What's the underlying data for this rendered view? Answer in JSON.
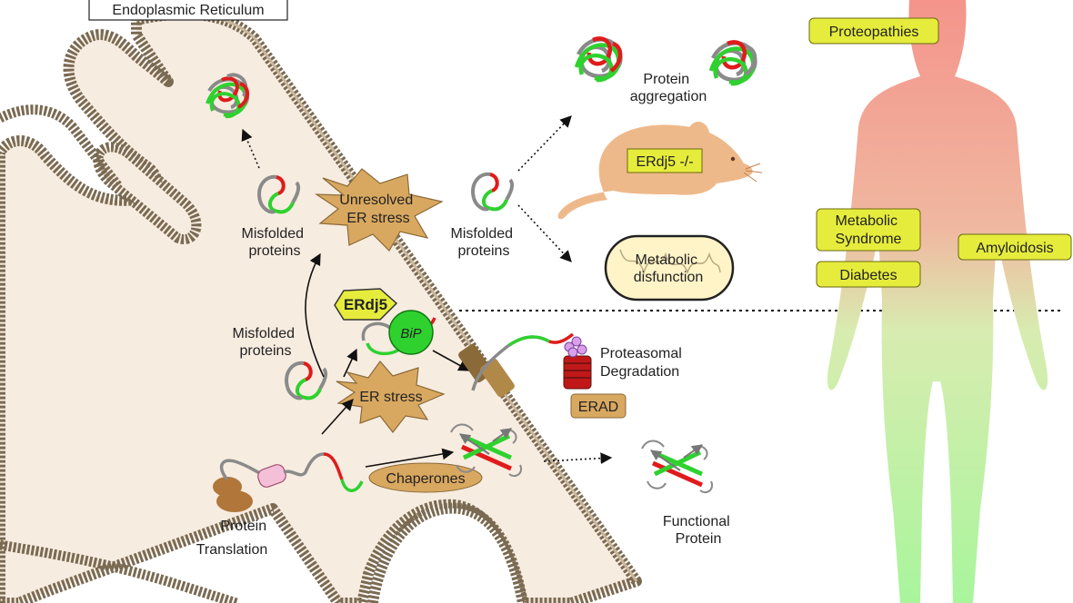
{
  "title_box": "Endoplasmic Reticulum",
  "labels": {
    "misfolded_1": [
      "Misfolded",
      "proteins"
    ],
    "misfolded_2": [
      "Misfolded",
      "proteins"
    ],
    "misfolded_3": [
      "Misfolded",
      "proteins"
    ],
    "unresolved_stress": [
      "Unresolved",
      "ER stress"
    ],
    "er_stress": "ER stress",
    "erdj5": "ERdj5",
    "bip": "BiP",
    "chaperones": "Chaperones",
    "protein_translation": [
      "Protein",
      "Translation"
    ],
    "protein_aggregation": [
      "Protein",
      "aggregation"
    ],
    "mouse_badge": "ERdj5 -/-",
    "metabolic_disfunction": [
      "Metabolic",
      "disfunction"
    ],
    "proteasomal": [
      "Proteasomal",
      "Degradation"
    ],
    "erad": "ERAD",
    "functional_protein": [
      "Functional",
      "Protein"
    ]
  },
  "diseases": {
    "proteopathies": "Proteopathies",
    "metabolic_syndrome": [
      "Metabolic",
      "Syndrome"
    ],
    "amyloidosis": "Amyloidosis",
    "diabetes": "Diabetes"
  },
  "colors": {
    "er_fill": "#f7ece0",
    "er_membrane": "#7a6a52",
    "misfold_green": "#2fd12f",
    "misfold_red": "#e01b1b",
    "protein_gray": "#8a8a8a",
    "star_fill": "#d9a860",
    "badge_yellow": "#e6ec3c",
    "body_top": "#f4948a",
    "body_bottom": "#a8f59a",
    "mouse": "#eeb98a",
    "mito": "#fff4c8"
  }
}
